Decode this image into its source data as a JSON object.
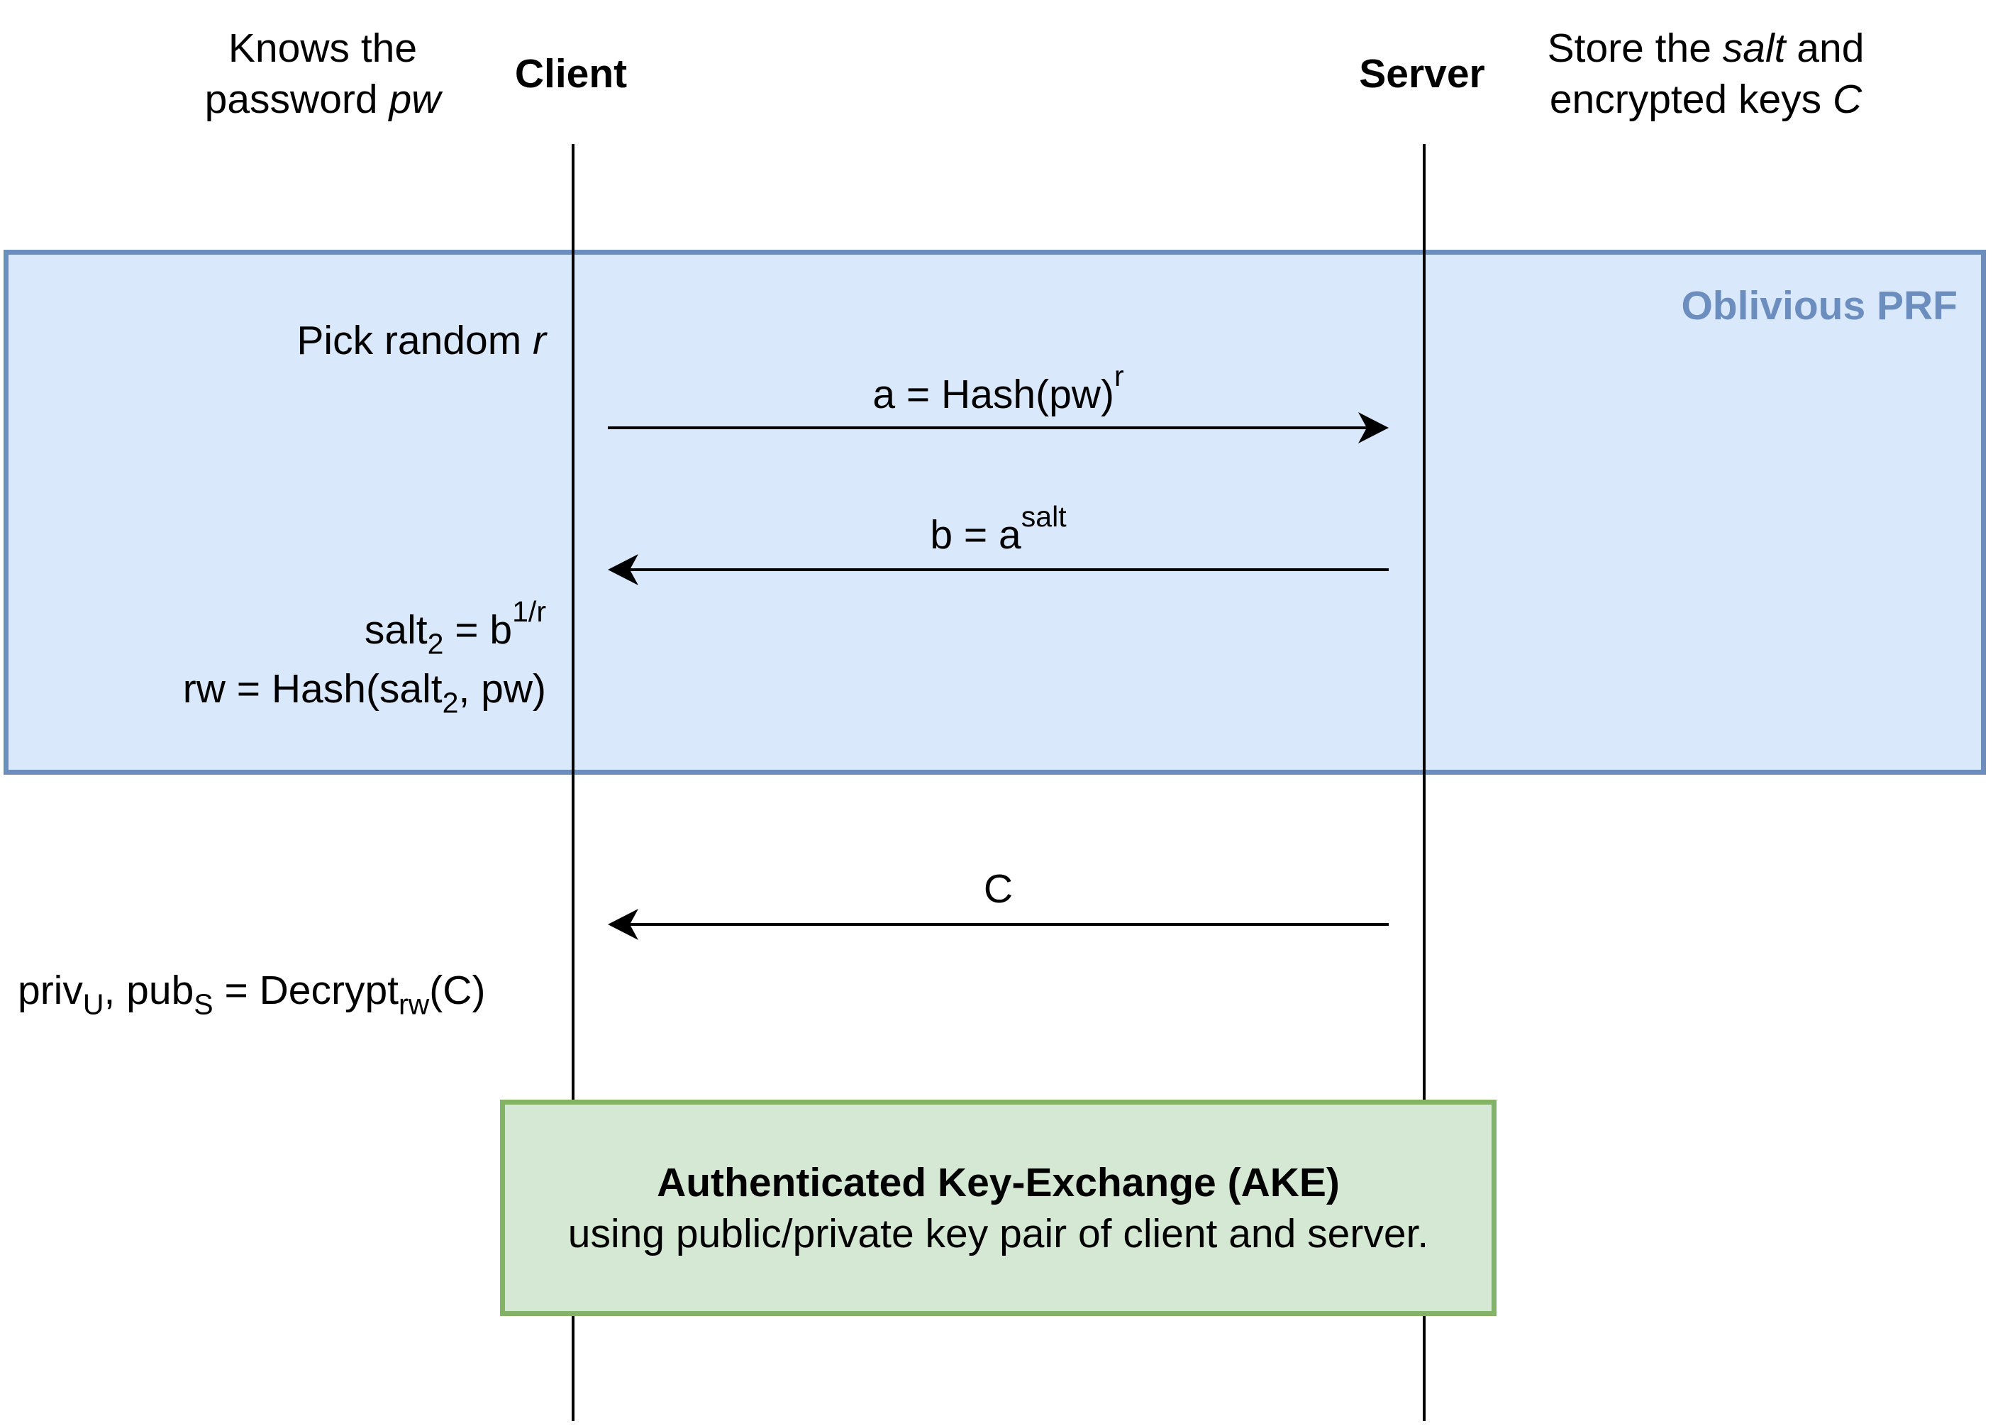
{
  "client": {
    "label": "Client",
    "note_line1": "Knows the",
    "note_line2_prefix": "password ",
    "note_line2_var": "pw"
  },
  "server": {
    "label": "Server",
    "note_line1_prefix": "Store the ",
    "note_line1_var": "salt",
    "note_line1_suffix": " and",
    "note_line2_prefix": "encrypted keys ",
    "note_line2_var": "C"
  },
  "oprf": {
    "label": "Oblivious PRF",
    "pick_random_prefix": "Pick random ",
    "pick_random_var": "r",
    "msg_a": {
      "base": "a = Hash(pw)",
      "sup": "r"
    },
    "msg_b": {
      "base": "b = a",
      "sup": "salt"
    },
    "salt2": {
      "base": "salt",
      "sub": "2",
      "mid": " = b",
      "sup": "1/r"
    },
    "rw": {
      "prefix": "rw = Hash(salt",
      "sub": "2",
      "suffix": ", pw)"
    }
  },
  "msg_c": {
    "label": "C"
  },
  "decrypt": {
    "p1": "priv",
    "s1": "U",
    "p2": ", pub",
    "s2": "S",
    "p3": " = Decrypt",
    "s3": "rw",
    "p4": "(C)"
  },
  "ake": {
    "title": "Authenticated Key-Exchange (AKE)",
    "subtitle": "using public/private key pair of client and server."
  },
  "colors": {
    "prf_fill": "#dae8fc",
    "prf_border": "#6c8ebf",
    "ake_fill": "#d5e8d4",
    "ake_border": "#82b366"
  }
}
